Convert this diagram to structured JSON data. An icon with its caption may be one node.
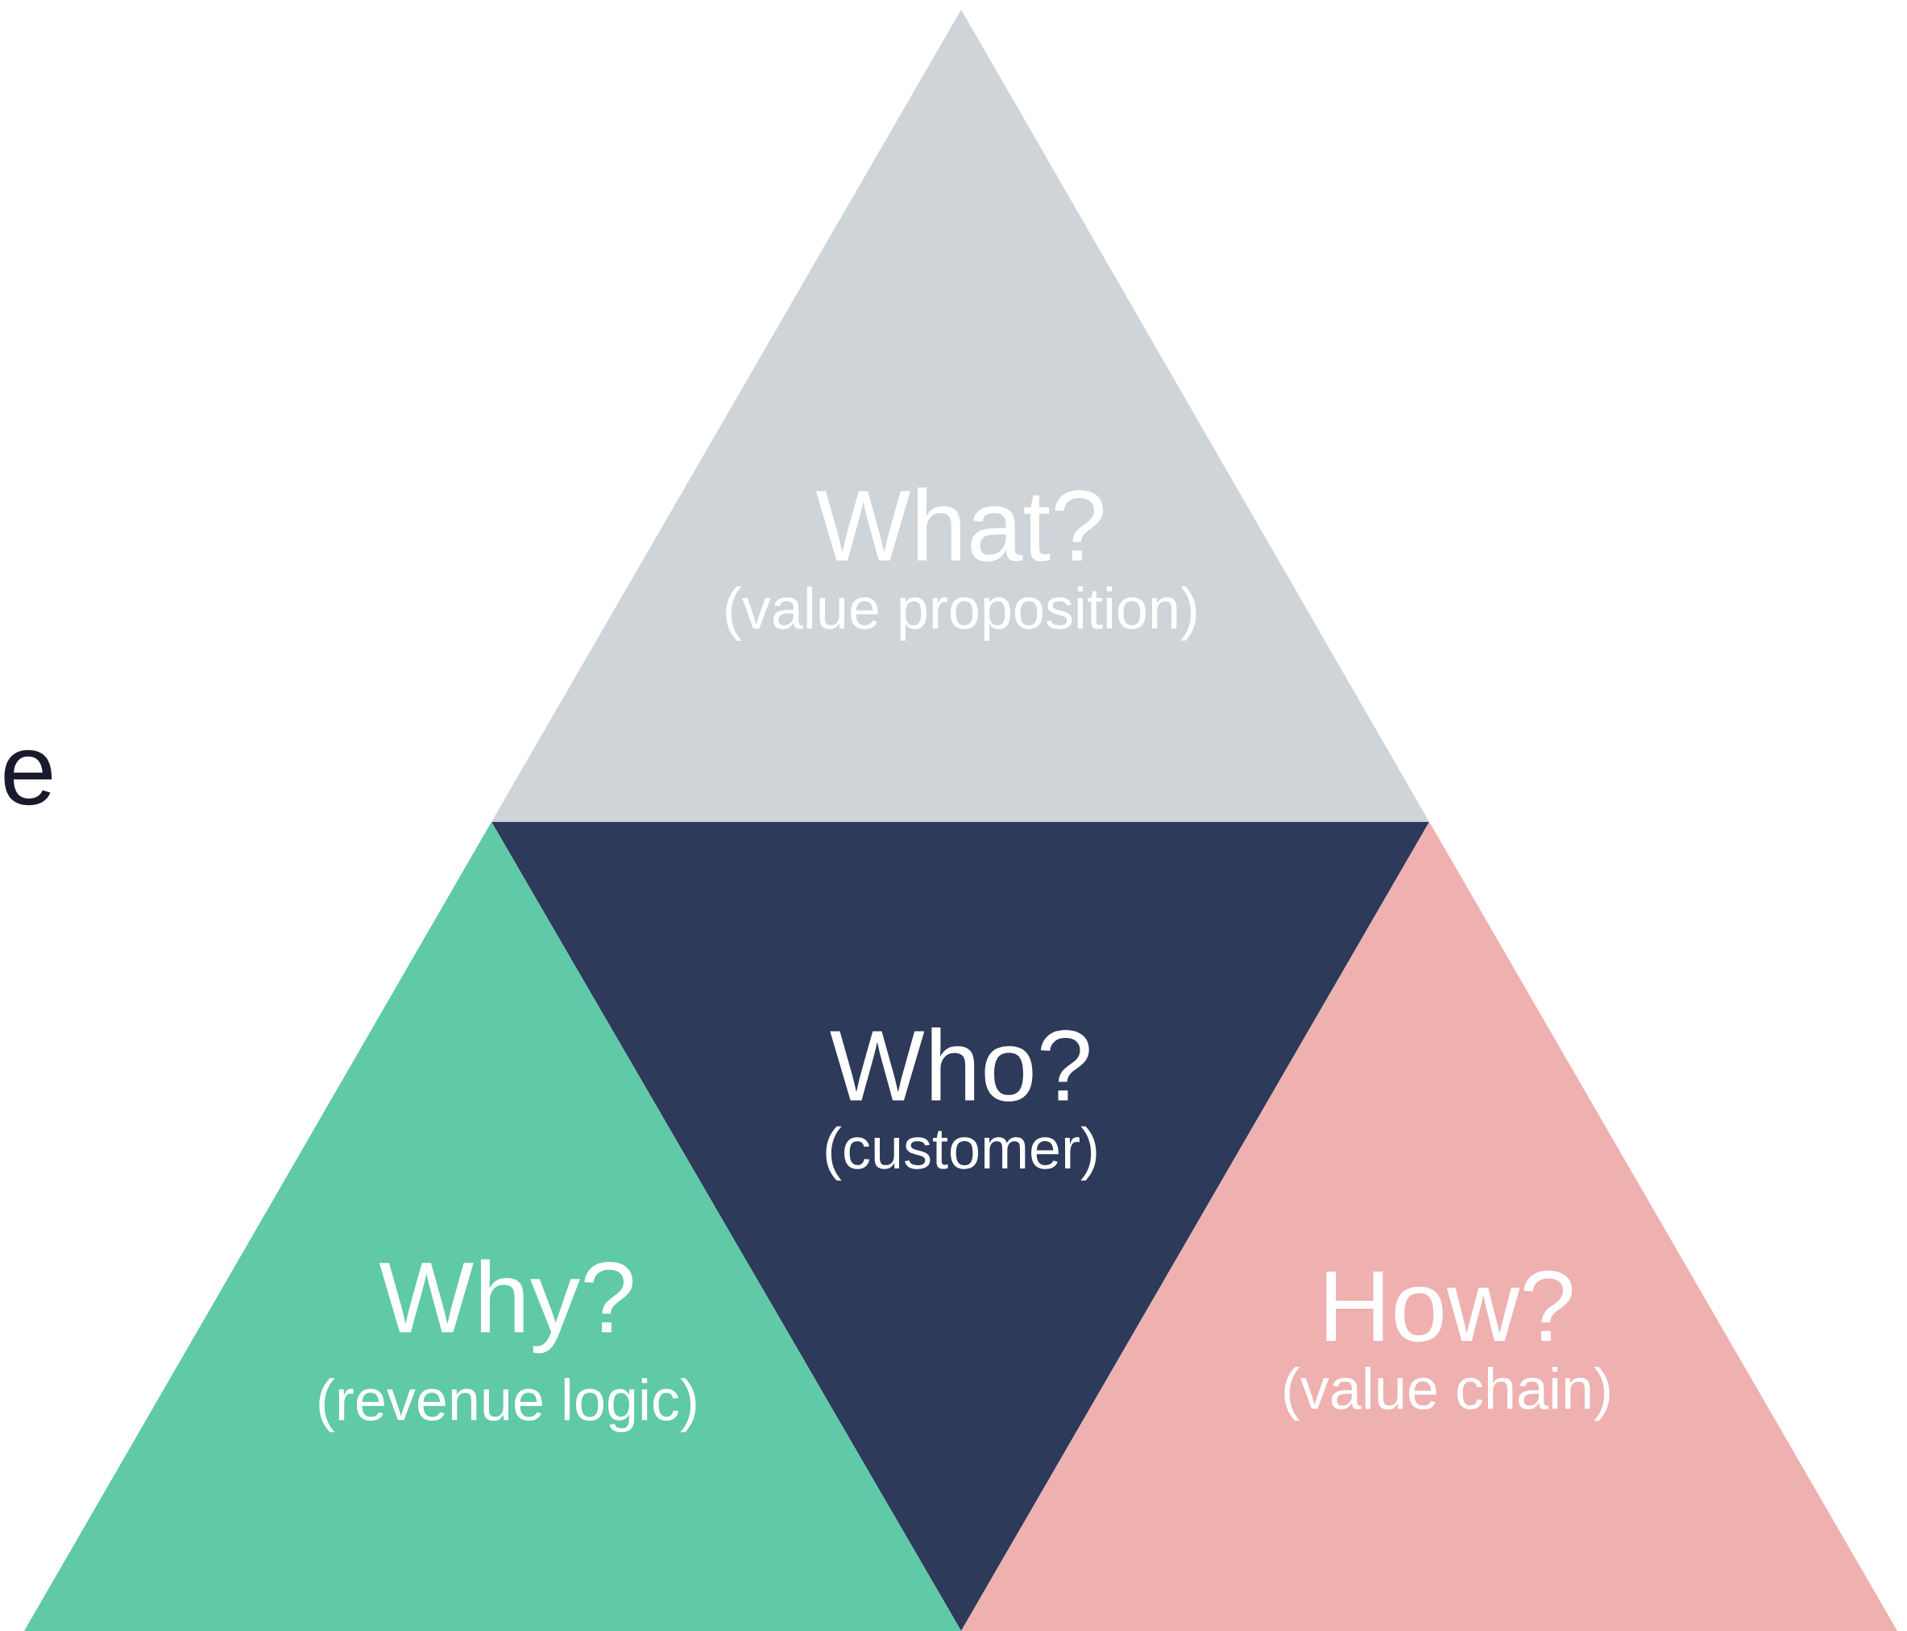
{
  "diagram": {
    "nodes": [
      {
        "text": [
          "What?",
          "(value proposition)"
        ]
      },
      {
        "text": [
          "Who?",
          "(customer)"
        ]
      },
      {
        "text": [
          "Why?",
          "(revenue logic)"
        ]
      },
      {
        "text": [
          "How?",
          "(value chain)"
        ]
      }
    ],
    "labels": [
      "e"
    ]
  }
}
